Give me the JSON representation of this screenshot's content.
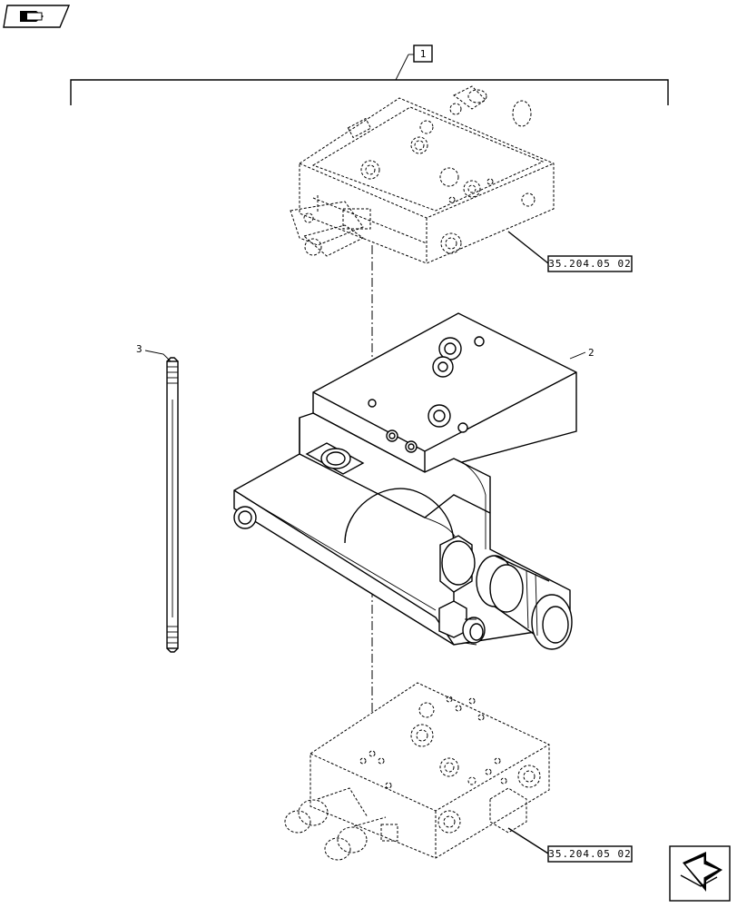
{
  "callouts": {
    "assembly": "1",
    "body": "2",
    "rod": "3"
  },
  "references": {
    "upper_valve": "35.204.05 02",
    "lower_valve": "35.204.05 02"
  },
  "icons": {
    "top_left": "book-arrow-icon",
    "bottom_right": "next-page-arrow-icon"
  }
}
